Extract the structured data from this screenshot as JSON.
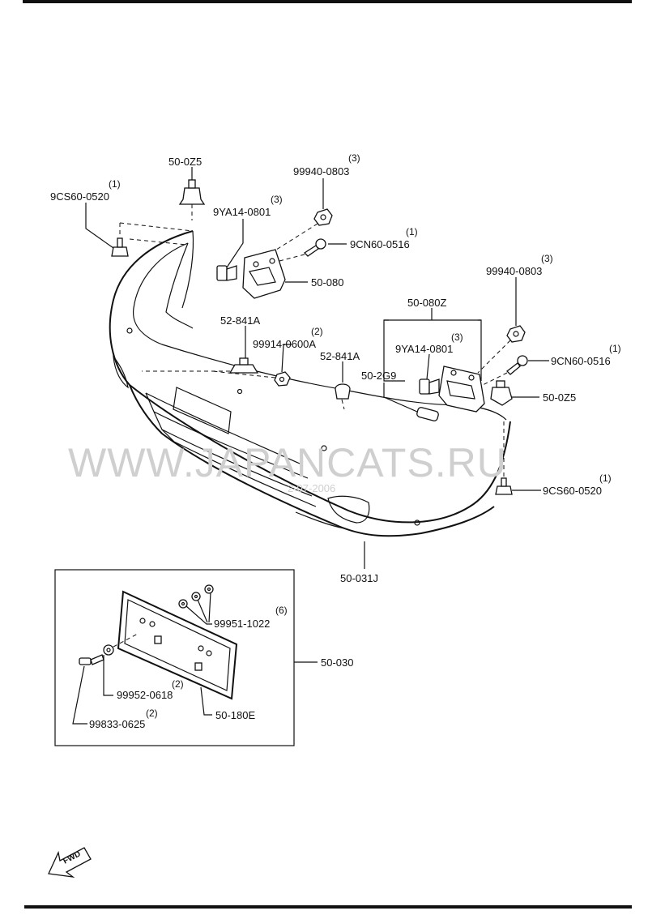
{
  "parts": {
    "p1": "50-0Z5",
    "p2": "99940-0803",
    "p2q": "(3)",
    "p3": "9CS60-0520",
    "p3q": "(1)",
    "p4": "9YA14-0801",
    "p4q": "(3)",
    "p5": "9CN60-0516",
    "p5q": "(1)",
    "p6": "50-080",
    "p7": "99940-0803",
    "p7q": "(3)",
    "p8": "50-080Z",
    "p9": "52-841A",
    "p10": "99914-0600A",
    "p10q": "(2)",
    "p11": "52-841A",
    "p12": "9YA14-0801",
    "p12q": "(3)",
    "p13": "9CN60-0516",
    "p13q": "(1)",
    "p14": "50-2G9",
    "p15": "50-0Z5",
    "p16": "9CS60-0520",
    "p16q": "(1)",
    "p17": "50-031J",
    "p18": "99951-1022",
    "p18q": "(6)",
    "p19": "50-030",
    "p20": "99952-0618",
    "p20q": "(2)",
    "p21": "50-180E",
    "p22": "99833-0625",
    "p22q": "(2)"
  },
  "watermark": {
    "site": "WWW.JAPANCATS.RU",
    "date": "2-07-2006"
  },
  "fwd_label": "FWD"
}
